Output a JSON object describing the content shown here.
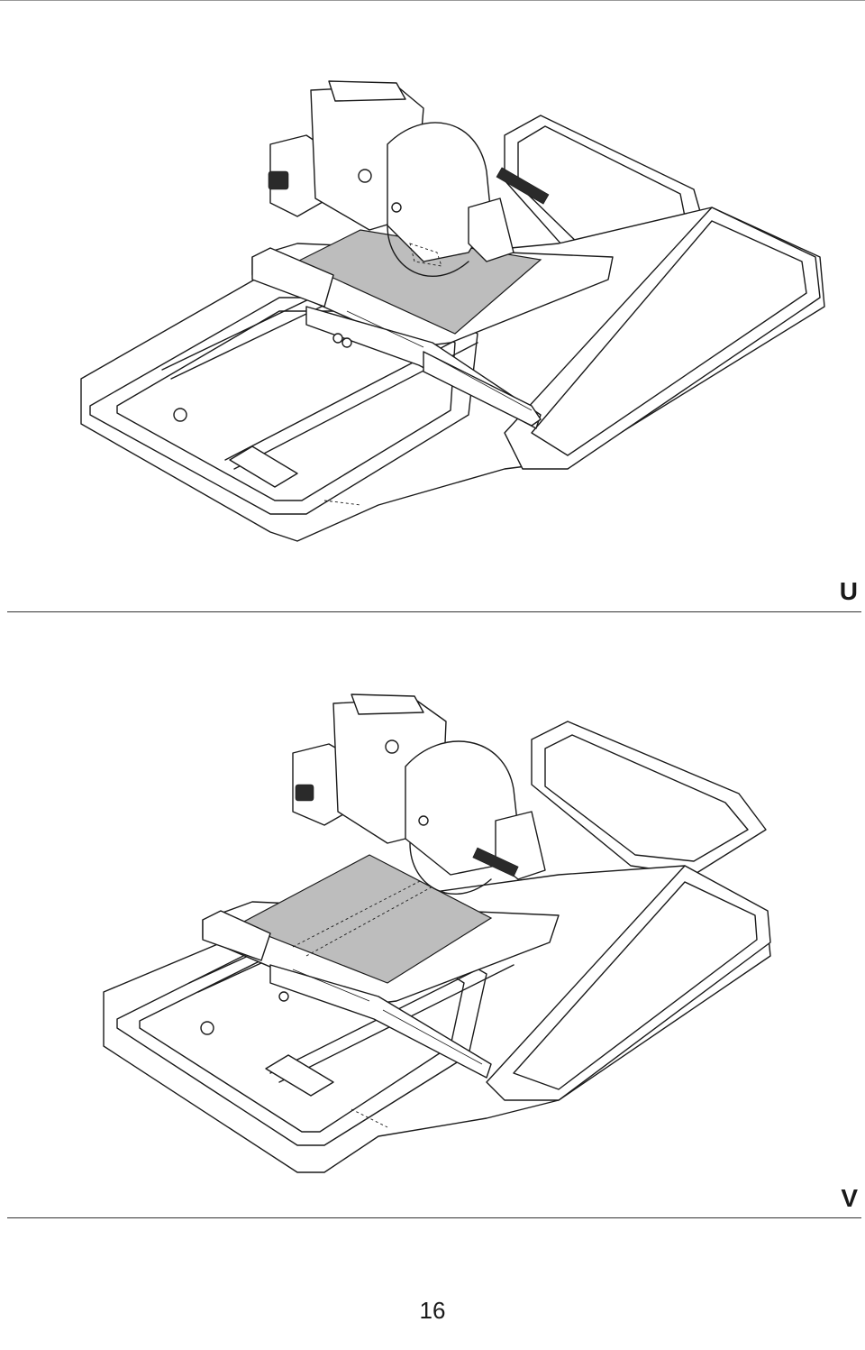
{
  "figures": [
    {
      "label": "U",
      "icon": "tile-saw-straight-cut-illustration"
    },
    {
      "label": "V",
      "icon": "tile-saw-rip-cut-illustration"
    }
  ],
  "page_number": "16"
}
